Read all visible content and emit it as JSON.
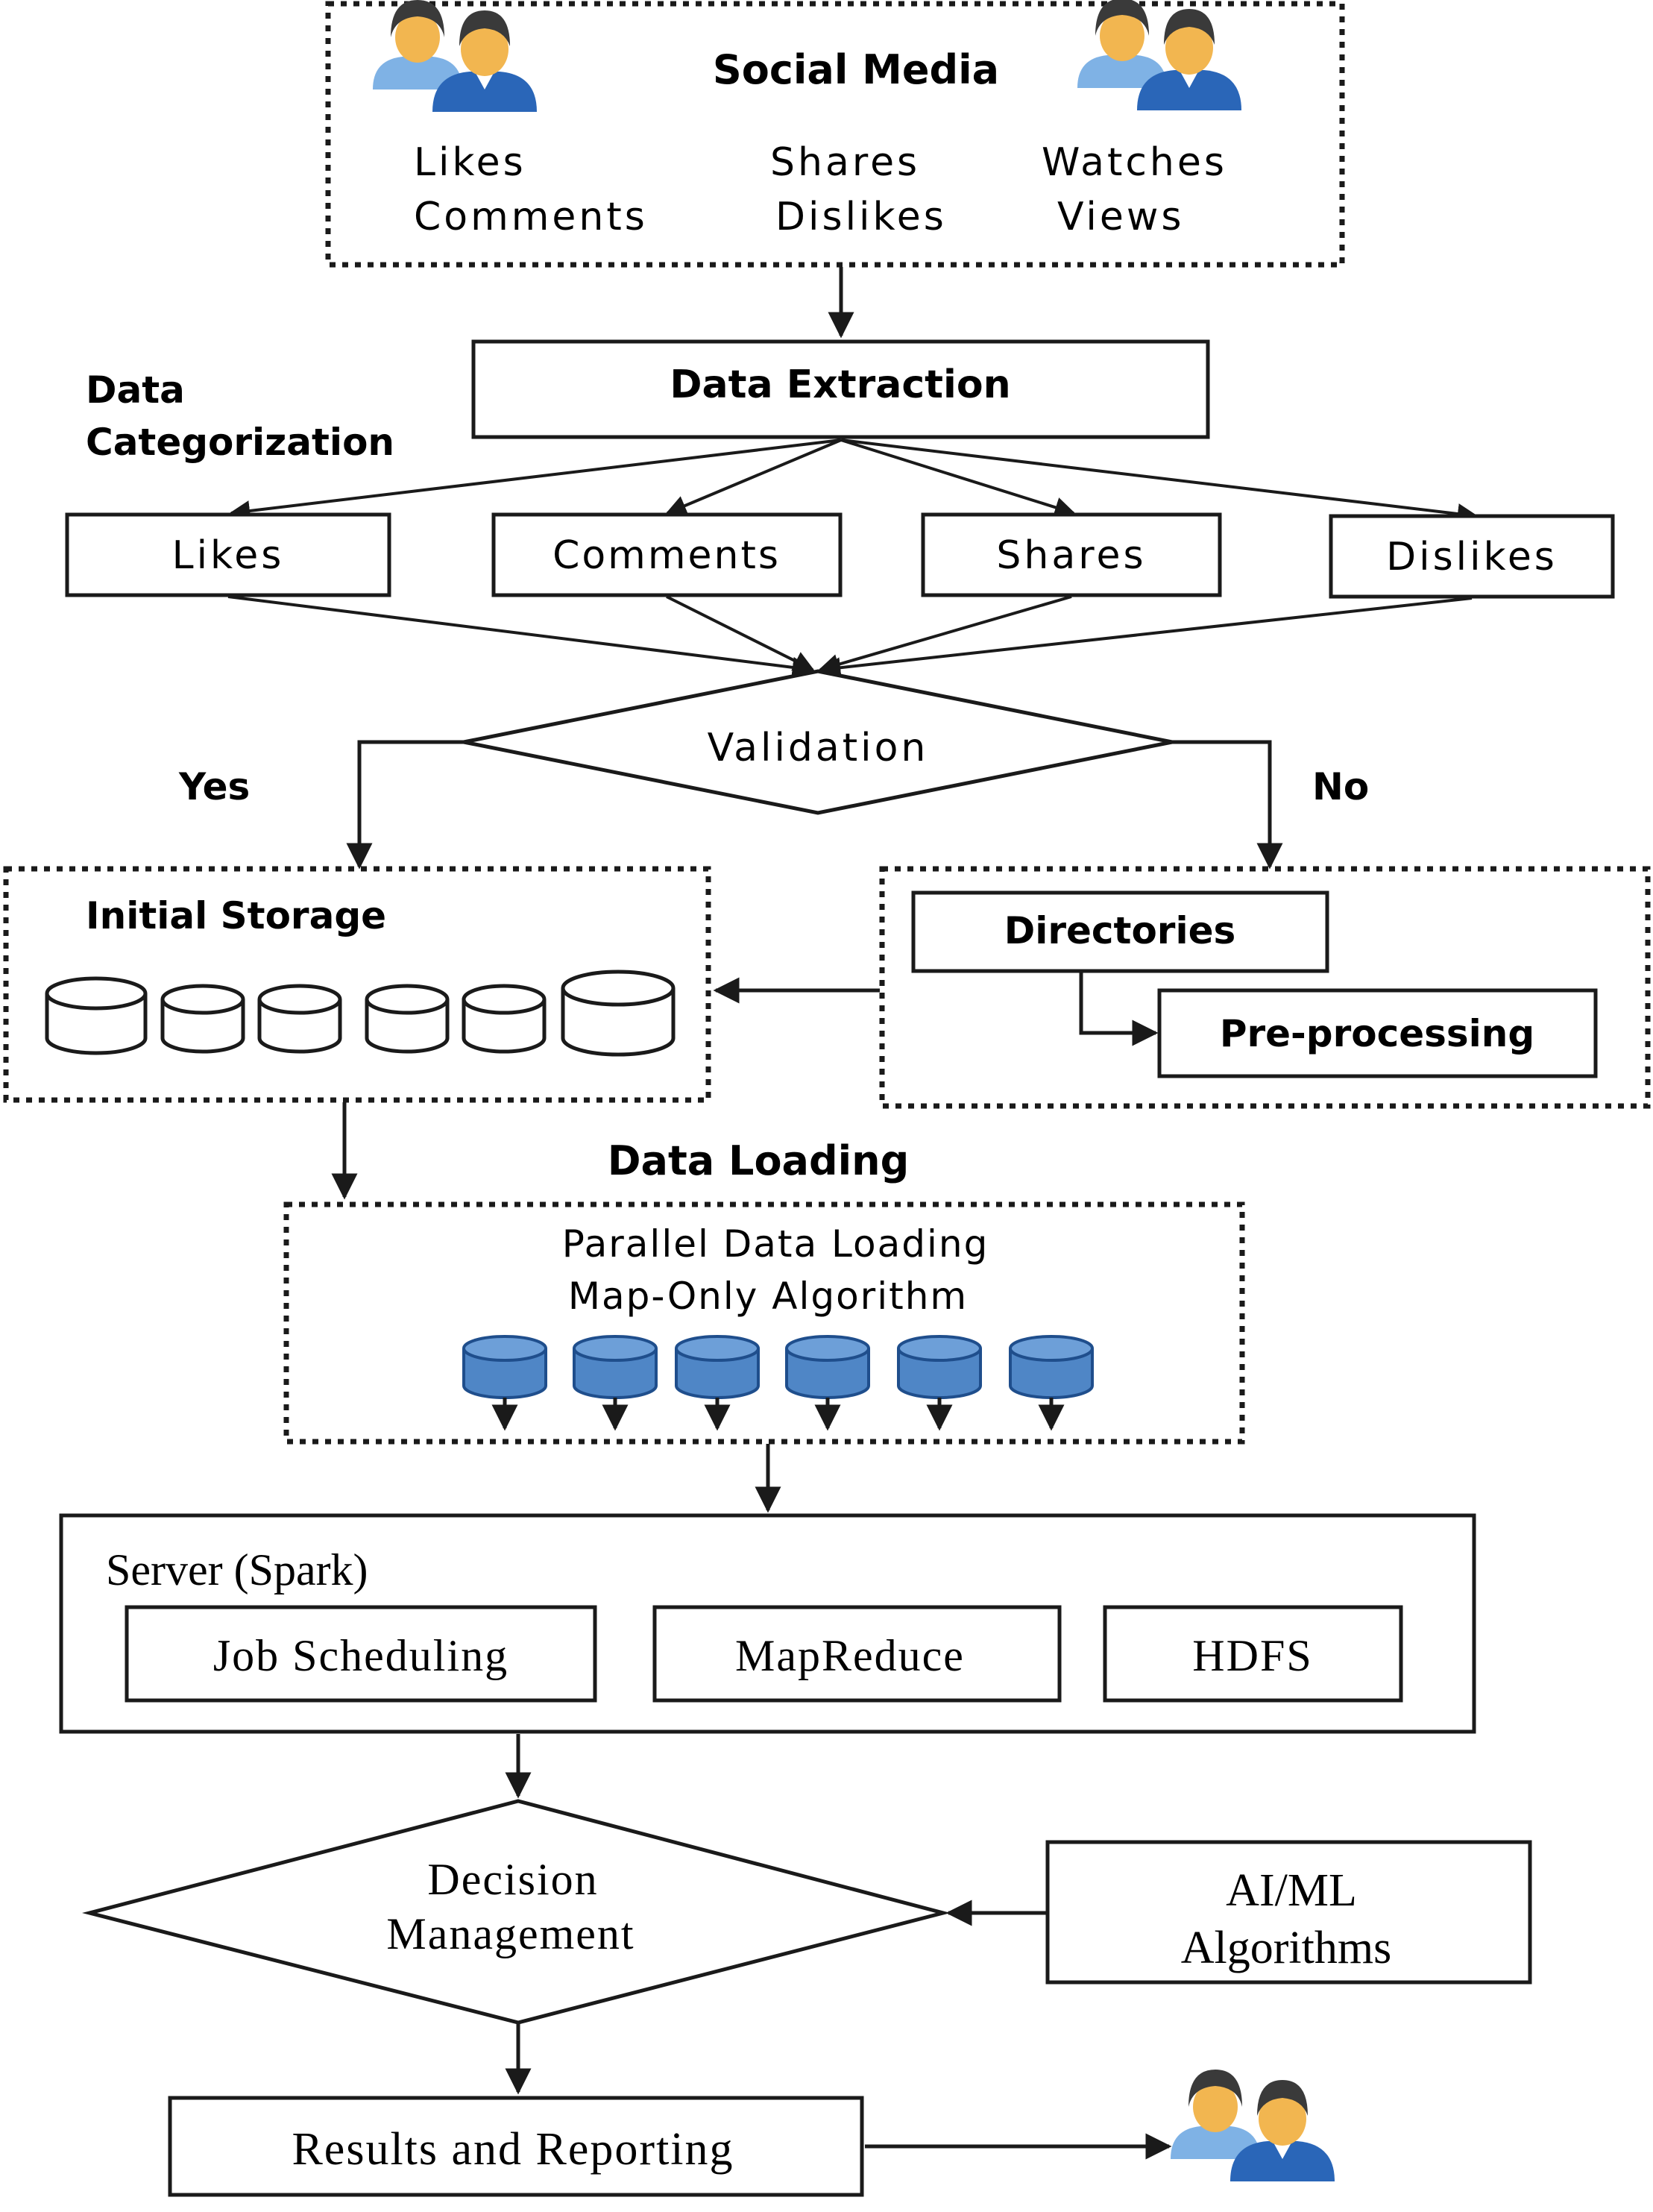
{
  "social_media": {
    "title": "Social Media",
    "metrics": [
      "Likes",
      "Comments",
      "Shares",
      "Dislikes",
      "Watches",
      "Views"
    ]
  },
  "data_extraction": {
    "label": "Data Extraction"
  },
  "categorization": {
    "label_line1": "Data",
    "label_line2": "Categorization",
    "categories": [
      "Likes",
      "Comments",
      "Shares",
      "Dislikes"
    ]
  },
  "validation": {
    "label": "Validation",
    "yes": "Yes",
    "no": "No"
  },
  "initial_storage": {
    "label": "Initial Storage"
  },
  "directories": {
    "label": "Directories",
    "preprocessing": "Pre-processing"
  },
  "data_loading": {
    "label": "Data Loading",
    "line1": "Parallel Data Loading",
    "line2": "Map-Only Algorithm"
  },
  "server": {
    "title": "Server (Spark)",
    "components": [
      "Job Scheduling",
      "MapReduce",
      "HDFS"
    ]
  },
  "decision": {
    "line1": "Decision",
    "line2": "Management"
  },
  "ai_ml": {
    "line1": "AI/ML",
    "line2": "Algorithms"
  },
  "results": {
    "label": "Results and Reporting"
  },
  "colors": {
    "line": "#1a1a1a",
    "db_fill": "#4f86c6",
    "db_stroke": "#1f4e8c",
    "person_hair": "#3a3a3a",
    "person_skin": "#f2b650",
    "person_shirt": "#2a66b8",
    "person_back_shirt": "#7fb2e5"
  }
}
